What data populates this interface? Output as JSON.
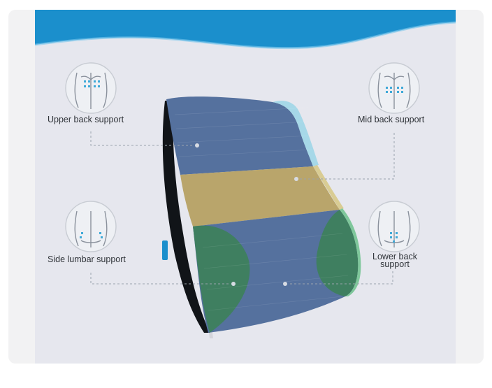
{
  "image": {
    "labels": {
      "upper_back": "Upper back support",
      "mid_back": "Mid back support",
      "side_lumbar": "Side lumbar support",
      "lower_back_line1": "Lower back",
      "lower_back_line2": "support"
    },
    "colors": {
      "wave": "#1b8fcc",
      "background": "#e6e7ee",
      "card": "#f2f2f3",
      "cushion_blue": "#55719e",
      "cushion_beige": "#b9a56b",
      "cushion_green": "#3f7f60",
      "icon_stroke": "#3fa9d8"
    }
  }
}
